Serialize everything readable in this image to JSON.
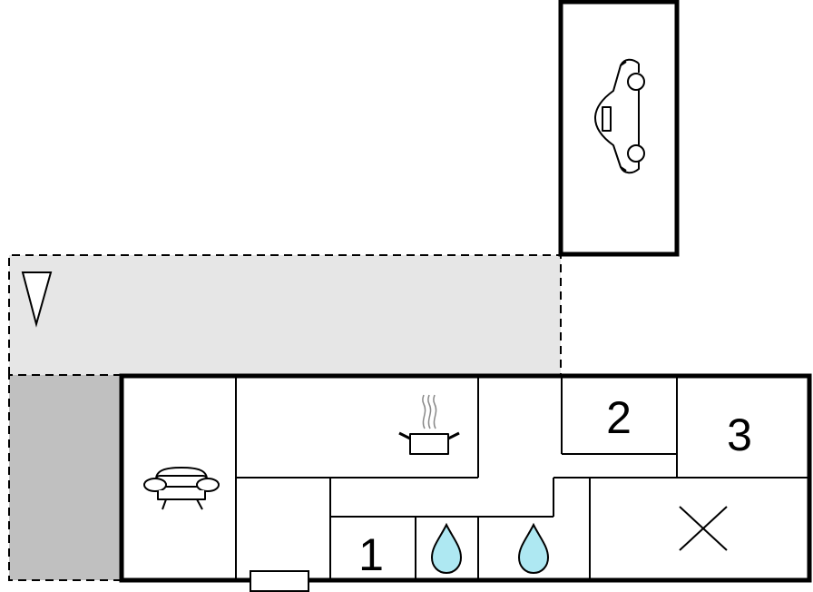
{
  "floorplan": {
    "rooms": {
      "room_1": "1",
      "room_2": "2",
      "room_3": "3"
    },
    "icons": [
      "car-icon",
      "sofa-icon",
      "cooking-pot-icon",
      "water-drop-icon",
      "water-drop-icon",
      "cross-mark-icon",
      "north-arrow-icon"
    ],
    "colors": {
      "terrace_fill": "#e6e6e6",
      "side_area_fill": "#c0c0c0",
      "water_drop": "#aee8f2",
      "walls": "#000000"
    }
  }
}
